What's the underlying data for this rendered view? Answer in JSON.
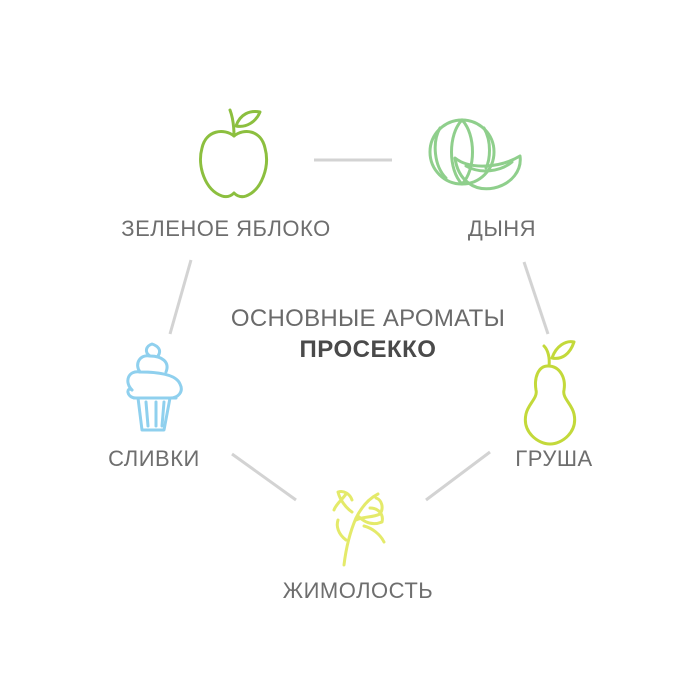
{
  "center": {
    "title": "ОСНОВНЫЕ АРОМАТЫ",
    "subtitle": "ПРОСЕККО"
  },
  "aromas": [
    {
      "label": "ЗЕЛЕНОЕ ЯБЛОКО",
      "icon": "apple-icon",
      "color": "#8cbf3f"
    },
    {
      "label": "ДЫНЯ",
      "icon": "melon-icon",
      "color": "#8fcf8c"
    },
    {
      "label": "ГРУША",
      "icon": "pear-icon",
      "color": "#c3d93a"
    },
    {
      "label": "ЖИМОЛОСТЬ",
      "icon": "honeysuckle-icon",
      "color": "#e4ea6a"
    },
    {
      "label": "СЛИВКИ",
      "icon": "ice-cream-icon",
      "color": "#8fd0ee"
    }
  ],
  "colors": {
    "connector": "#d3d3d3",
    "text": "#6e6e6e"
  }
}
